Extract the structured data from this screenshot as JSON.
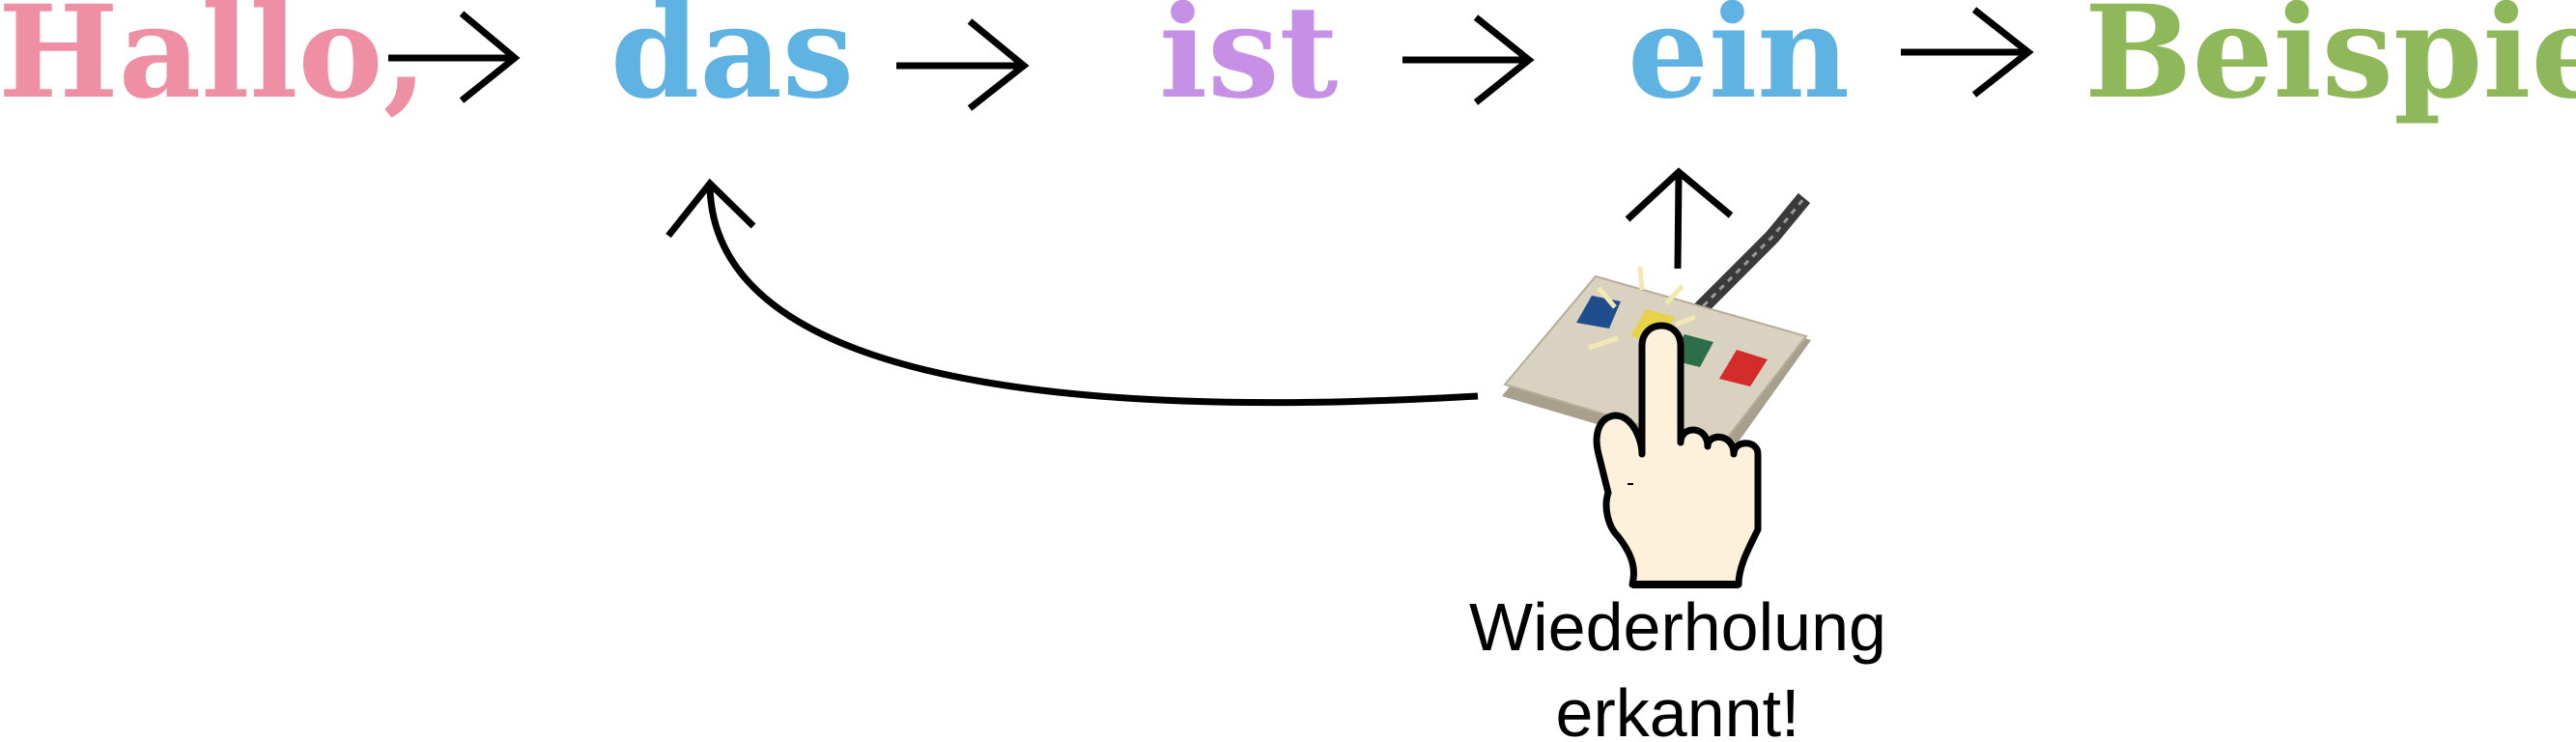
{
  "sentence": {
    "words": [
      {
        "text": "Hallo,",
        "color": "#ef8fa3"
      },
      {
        "text": "das",
        "color": "#5fb3e3"
      },
      {
        "text": "ist",
        "color": "#c590e6"
      },
      {
        "text": "ein",
        "color": "#5fb3e3"
      },
      {
        "text": "Beispiel.",
        "color": "#8fb85a"
      }
    ]
  },
  "caption": {
    "line1": "Wiederholung",
    "line2": "erkannt!"
  },
  "illustration": {
    "device": "button-box-icon",
    "hand": "pointing-hand-icon",
    "button_colors": [
      "#1f4e8c",
      "#e8d24a",
      "#2c6e49",
      "#d42b2b"
    ],
    "device_color": "#d8d1bf"
  }
}
